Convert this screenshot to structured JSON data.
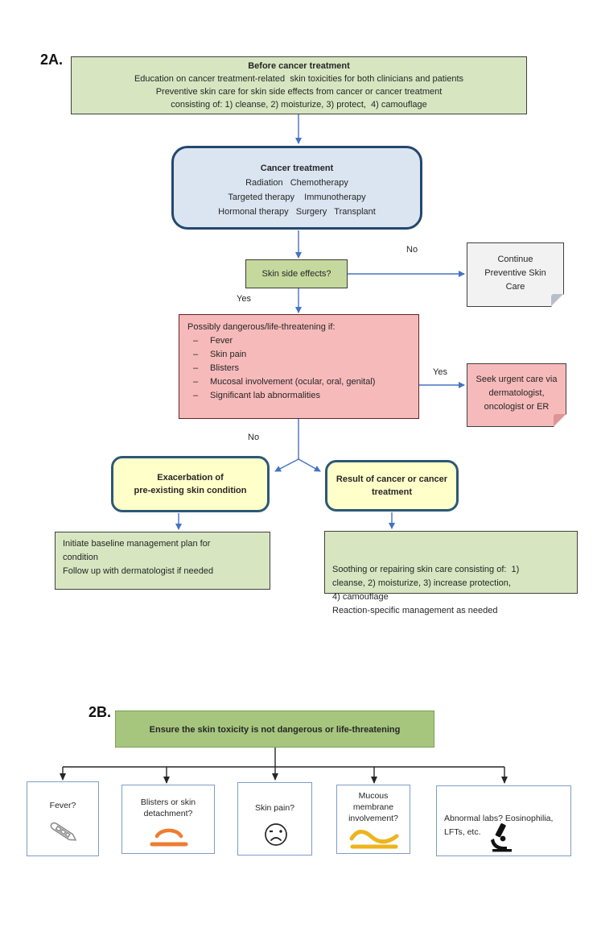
{
  "palette": {
    "light_green_fill": "#d7e6c1",
    "mid_green_fill": "#c5d99e",
    "section2b_green_fill": "#a6c67e",
    "blue_fill": "#dbe5f1",
    "blue_border": "#24476e",
    "pink_fill": "#f7baba",
    "yellow_fill": "#ffffc9",
    "arrow_blue": "#4472c4",
    "arrow_black": "#262626",
    "blister_orange": "#ed7d31",
    "mucous_gold": "#edb41f",
    "check_border_blue": "#7f9cc4"
  },
  "section_2a": {
    "label": "2A.",
    "before_box": {
      "title": "Before cancer treatment",
      "lines": [
        "Education on cancer treatment-related  skin toxicities for both clinicians and patients",
        "Preventive skin care for skin side effects from cancer or cancer treatment",
        "consisting of: 1) cleanse, 2) moisturize, 3) protect,  4) camouflage"
      ]
    },
    "cancer_box": {
      "title": "Cancer treatment",
      "lines": [
        "Radiation   Chemotherapy",
        "Targeted therapy    Immunotherapy",
        "Hormonal therapy   Surgery   Transplant"
      ]
    },
    "skin_side_effects_label": "Skin side effects?",
    "no_label_1": "No",
    "yes_label_1": "Yes",
    "continue_note_lines": [
      "Continue",
      "Preventive Skin",
      "Care"
    ],
    "dangerous_box": {
      "title": "Possibly dangerous/life-threatening if:",
      "bullets": [
        "Fever",
        "Skin pain",
        "Blisters",
        "Mucosal involvement (ocular, oral, genital)",
        "Significant lab abnormalities"
      ]
    },
    "yes_label_2": "Yes",
    "no_label_2": "No",
    "urgent_note_lines": [
      "Seek urgent care via",
      "dermatologist,",
      "oncologist or ER"
    ],
    "exacerbation_box_lines": [
      "Exacerbation of",
      "pre-existing skin condition"
    ],
    "result_box_lines": [
      "Result of cancer or cancer",
      "treatment"
    ],
    "initiate_box_lines": [
      "Initiate baseline management plan for",
      "condition",
      "Follow up with dermatologist if needed"
    ],
    "soothing_box_lines": [
      "Soothing or repairing skin care consisting of:  1)",
      "cleanse, 2) moisturize, 3) increase protection,",
      "4) camouflage",
      "Reaction-specific management as needed"
    ]
  },
  "section_2b": {
    "label": "2B.",
    "header": "Ensure the skin toxicity is not dangerous or life-threatening",
    "checks": [
      {
        "label": "Fever?",
        "icon": "thermometer-icon"
      },
      {
        "label": "Blisters or skin detachment?",
        "icon": "blister-icon"
      },
      {
        "label": "Skin pain?",
        "icon": "sad-face-icon"
      },
      {
        "label": "Mucous membrane involvement?",
        "icon": "mucous-membrane-icon"
      },
      {
        "label": "Abnormal labs? Eosinophilia, LFTs, etc.",
        "icon": "microscope-icon"
      }
    ]
  }
}
